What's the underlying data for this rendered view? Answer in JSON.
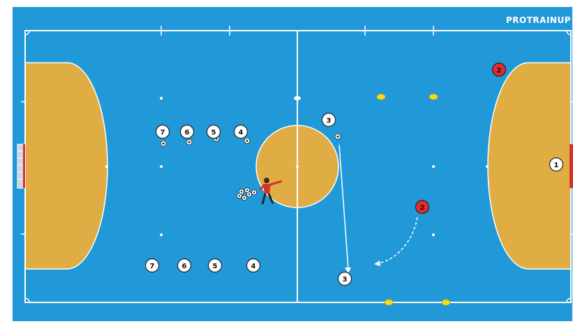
{
  "brand": {
    "name": "PROTRAINUP"
  },
  "colors": {
    "court": "#2199d8",
    "area": "#e0ad45",
    "line": "#ffffff",
    "player_white": "#ffffff",
    "player_red": "#e42b2b",
    "cone": "#f4de1c",
    "coach_shirt": "#d6312b"
  },
  "players": {
    "top_row": [
      "7",
      "6",
      "5",
      "4"
    ],
    "bottom_row": [
      "7",
      "6",
      "5",
      "4"
    ],
    "attacker_start": "3",
    "attacker_end": "3",
    "goalkeeper": "1",
    "defender_mid": "2",
    "defender_top": "2"
  },
  "icons": [
    "ball-icon",
    "cone-icon",
    "coach-icon",
    "goal-icon"
  ]
}
